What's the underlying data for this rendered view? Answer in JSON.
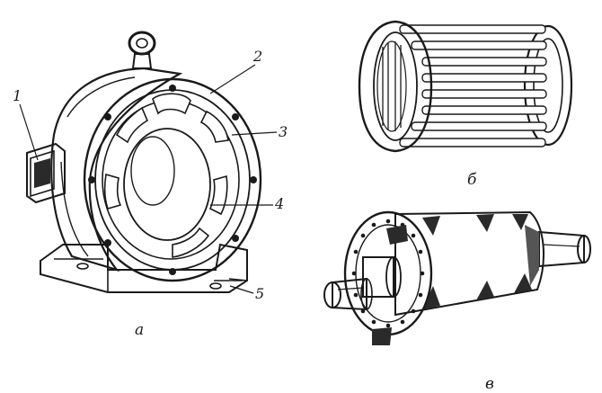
{
  "callouts": [
    {
      "id": "1",
      "text": "1"
    },
    {
      "id": "2",
      "text": "2"
    },
    {
      "id": "3",
      "text": "3"
    },
    {
      "id": "4",
      "text": "4"
    },
    {
      "id": "5",
      "text": "5"
    }
  ],
  "captions": {
    "a": "а",
    "b": "б",
    "v": "в"
  },
  "colors": {
    "ink": "#1a1a1a",
    "paper": "#ffffff",
    "shade": "#555555",
    "dark": "#2a2a2a"
  }
}
